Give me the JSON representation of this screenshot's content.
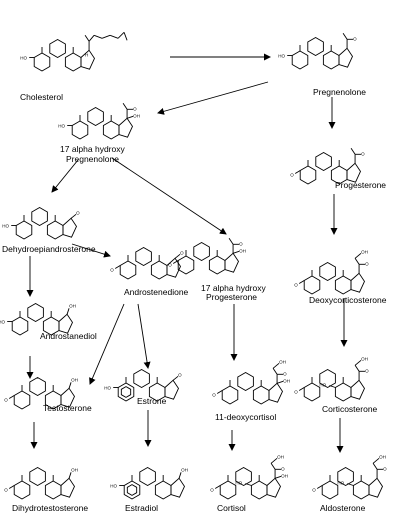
{
  "compounds": {
    "cholesterol": "Cholesterol",
    "pregnenolone": "Pregnenolone",
    "hydroxy_pregnenolone": [
      "17 alpha hydroxy",
      "Pregnenolone"
    ],
    "progesterone": "Progesterone",
    "dhea": "Dehydroepiandrosterone",
    "androstenedione": "Androstenedione",
    "hydroxy_progesterone": [
      "17 alpha hydroxy",
      "Progesterone"
    ],
    "deoxycorticosterone": "Deoxycorticosterone",
    "androstanediol": "Androstanediol",
    "estrone": "Estrone",
    "deoxycortisol": "11-deoxycortisol",
    "corticosterone": "Corticosterone",
    "testosterone": "Testosterone",
    "dihydrotestosterone": "Dihydrotestosterone",
    "estradiol": "Estradiol",
    "cortisol": "Cortisol",
    "aldosterone": "Aldosterone"
  },
  "atom_labels": {
    "hydroxyl": "HO",
    "keto": "O",
    "oh": "OH",
    "hydrogen": "H"
  }
}
